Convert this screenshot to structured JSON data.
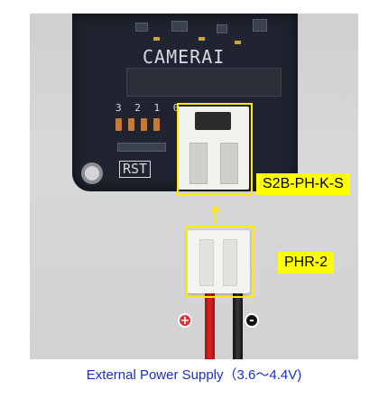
{
  "photo": {
    "board_silkscreen": {
      "camera": "CAMERAI",
      "reset": "RST",
      "pin_numbers": "3 2 1 0"
    },
    "connector_labels": {
      "socket": "S2B-PH-K-S",
      "plug": "PHR-2"
    },
    "polarity": {
      "positive": "+",
      "negative": "-"
    },
    "colors": {
      "highlight": "#ffeb00",
      "label_bg": "#ffff00",
      "caption_text": "#1b2fbf",
      "wire_positive": "#e02222",
      "wire_negative": "#111111"
    }
  },
  "caption": "External Power Supply（3.6～4.4V)"
}
